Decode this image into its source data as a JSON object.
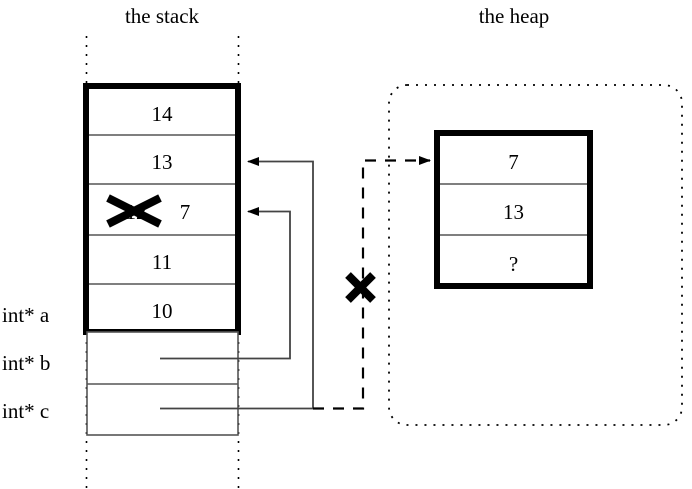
{
  "figure": {
    "title_stack": "the stack",
    "title_heap": "the heap"
  },
  "stack": {
    "region_label": "the stack",
    "cells": [
      {
        "value": "14",
        "struck": false
      },
      {
        "value": "13",
        "struck": false
      },
      {
        "value": "12",
        "struck": true,
        "replacement": "7"
      },
      {
        "value": "11",
        "struck": false
      },
      {
        "value": "10",
        "struck": false
      }
    ],
    "pointers": [
      {
        "name": "int* a",
        "target": "array-base"
      },
      {
        "name": "int* b",
        "target": "stack-cell-2"
      },
      {
        "name": "int* c",
        "target": "stack-cell-1"
      }
    ]
  },
  "heap": {
    "region_label": "the heap",
    "cells": [
      {
        "value": "7"
      },
      {
        "value": "13"
      },
      {
        "value": "?"
      }
    ]
  },
  "annotations": {
    "strike_mark": "x-strike",
    "invalid_pointer_mark": "x-cross",
    "dashed_pointer_note": "int* c dashed link to heap is invalidated"
  },
  "colors": {
    "ink": "#000000",
    "paper": "#ffffff",
    "thin_rule": "#555555"
  }
}
